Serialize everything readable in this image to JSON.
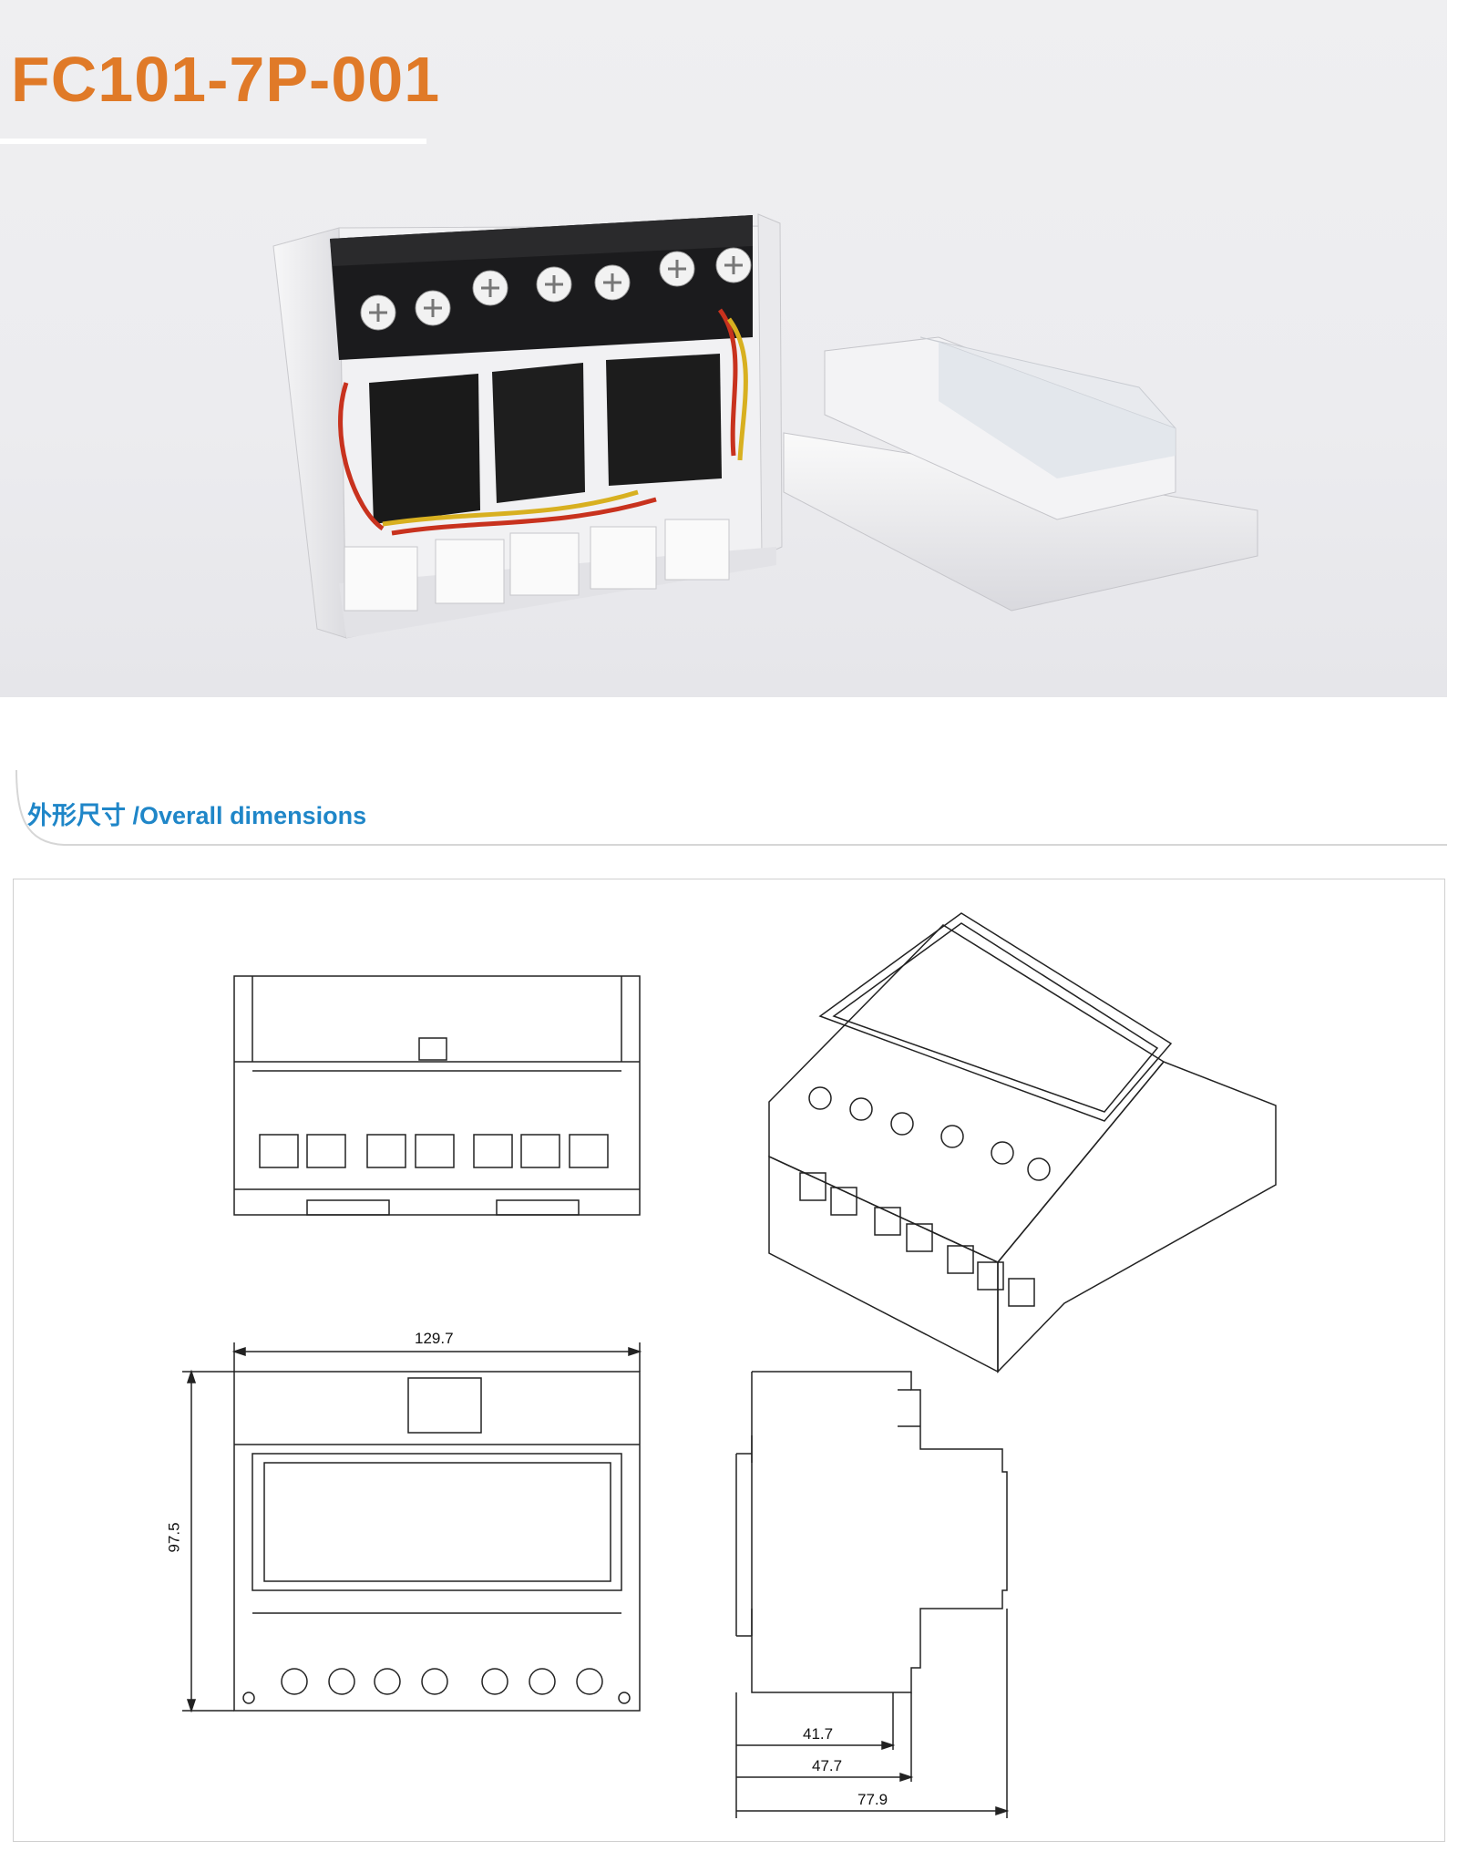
{
  "title": "FC101-7P-001",
  "colors": {
    "title": "#e07a28",
    "section": "#1f86c8"
  },
  "section": {
    "title": "外形尺寸 /Overall dimensions"
  },
  "dimensions": {
    "width": "129.7",
    "height": "97.5",
    "depth1": "41.7",
    "depth2": "47.7",
    "depth3": "77.9"
  }
}
